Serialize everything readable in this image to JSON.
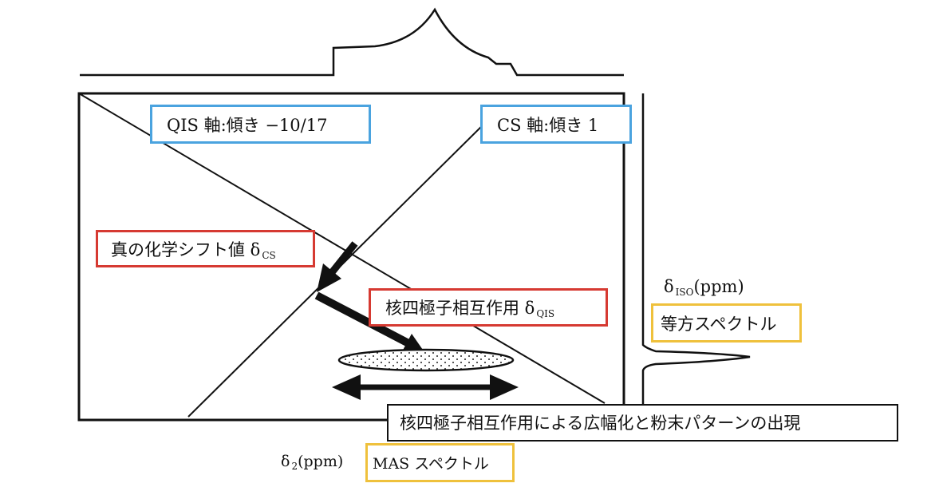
{
  "labels": {
    "qis_axis": "QIS 軸:傾き −10/17",
    "cs_axis": "CS 軸:傾き 1",
    "true_shift_main": "真の化学シフト値 δ",
    "true_shift_sub": "CS",
    "quad_main": "核四極子相互作用 δ",
    "quad_sub": "QIS",
    "iso_delta": "δ",
    "iso_sub": "ISO",
    "iso_unit": "(ppm)",
    "iso_spectrum": "等方スペクトル",
    "broadening": "核四極子相互作用による広幅化と粉末パターンの出現",
    "d2_delta": "δ",
    "d2_sub": "2",
    "d2_unit": "(ppm)",
    "mas_spectrum": "MAS スペクトル"
  },
  "colors": {
    "blue_box": "#4aa3df",
    "red_box": "#d63a32",
    "yellow_box": "#efc13c",
    "line": "#111111"
  }
}
